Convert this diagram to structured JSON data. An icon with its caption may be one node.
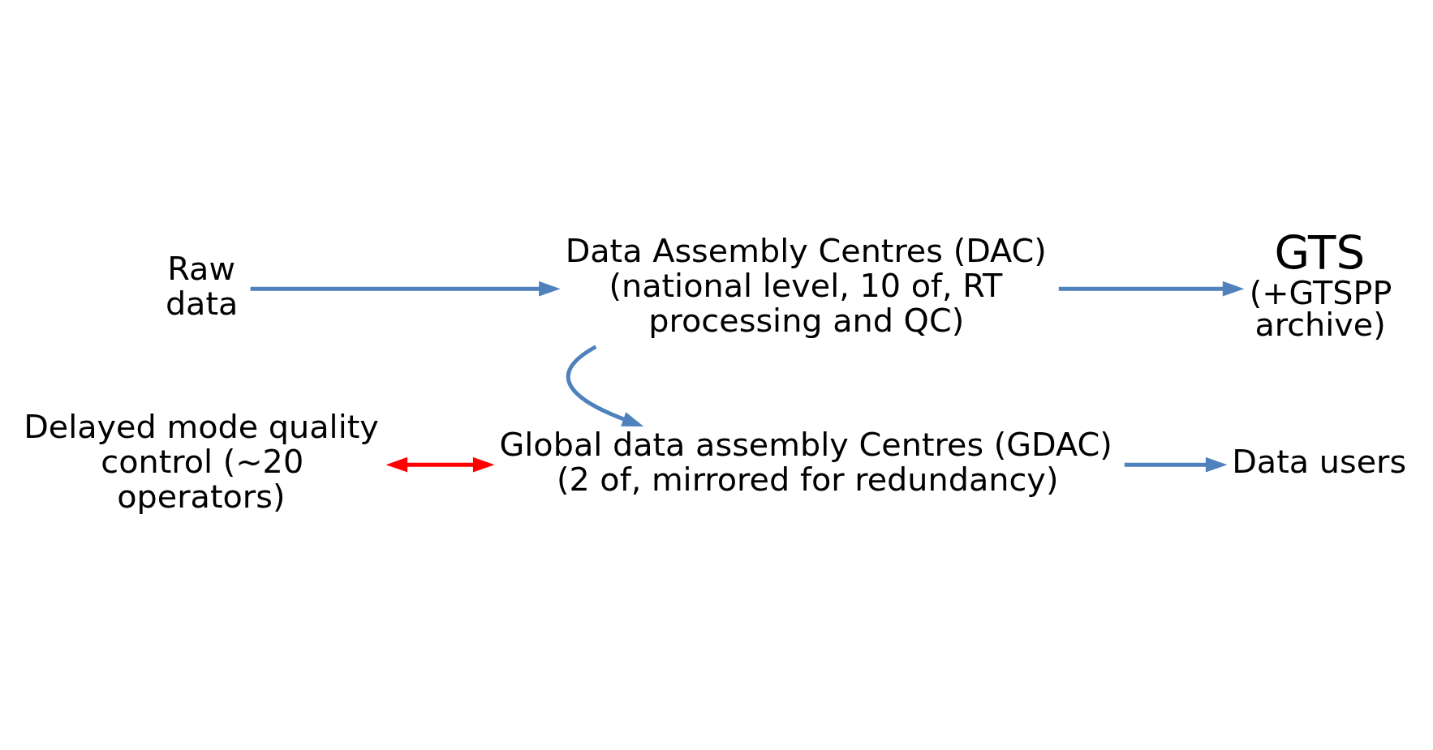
{
  "diagram": {
    "nodes": [
      {
        "text": [
          "Raw data"
        ]
      },
      {
        "text": [
          "Data Assembly Centres (DAC) (national level, 10 of, RT processing and QC)"
        ]
      },
      {
        "text": [
          "GTS",
          "(+GTSPP archive)"
        ]
      },
      {
        "text": [
          "Delayed mode quality control (~20 operators)"
        ]
      },
      {
        "text": [
          "Global data assembly Centres (GDAC) (2 of, mirrored for redundancy)"
        ]
      },
      {
        "text": [
          "Data users"
        ]
      }
    ],
    "edges": [
      {
        "from": 0,
        "to": 1,
        "arrow": "to"
      },
      {
        "from": 1,
        "to": 2,
        "arrow": "to"
      },
      {
        "from": 1,
        "to": 4,
        "arrow": "to"
      },
      {
        "from": 3,
        "to": 4,
        "arrow": "both",
        "color": "#ff0000"
      },
      {
        "from": 4,
        "to": 5,
        "arrow": "to"
      }
    ]
  }
}
